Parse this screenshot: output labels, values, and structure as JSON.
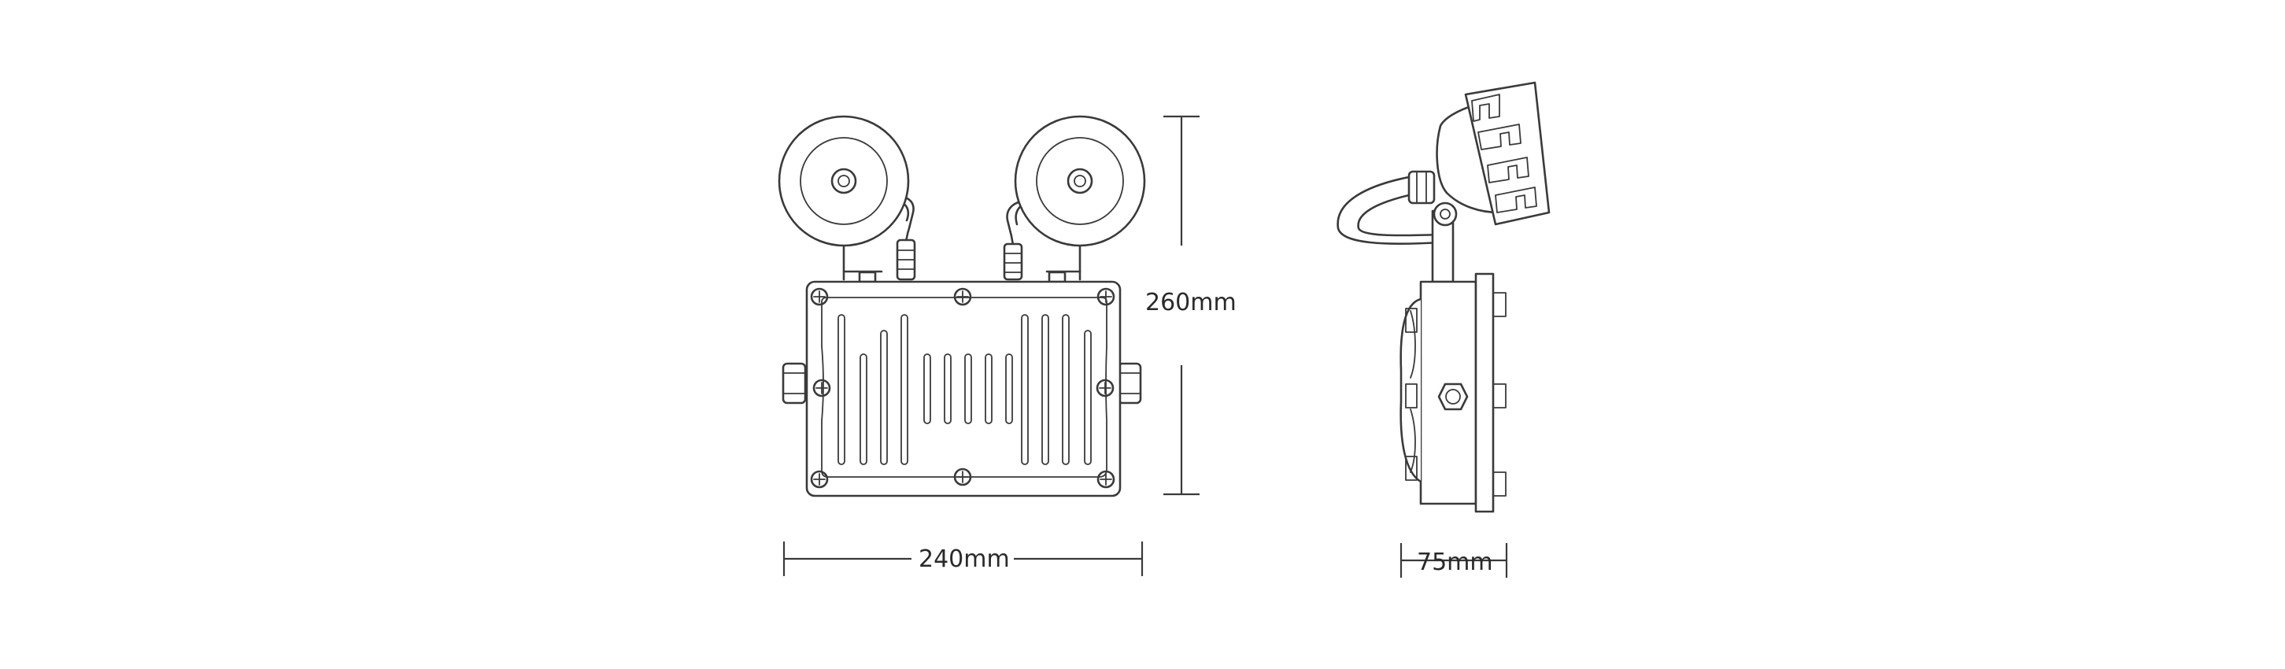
{
  "dimensions": {
    "height_label": "260mm",
    "width_label": "240mm",
    "depth_label": "75mm"
  },
  "colors": {
    "line": "#3a3a3a",
    "background": "#ffffff"
  }
}
